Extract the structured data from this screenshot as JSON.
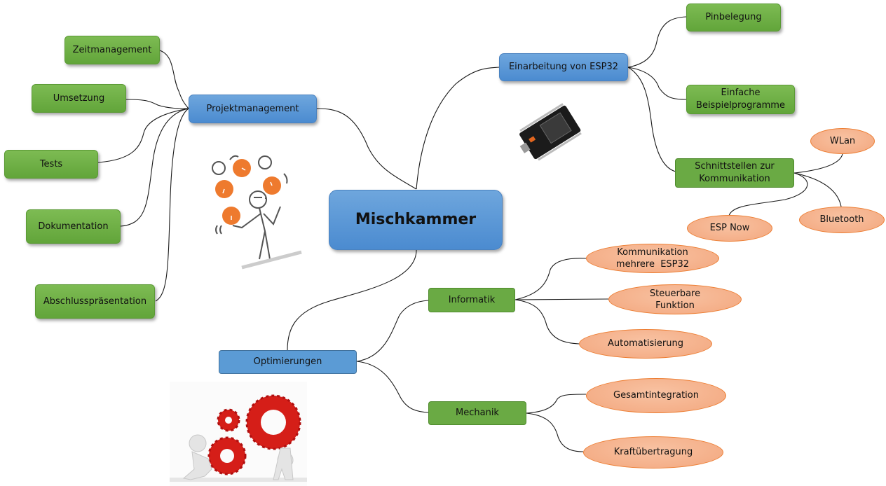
{
  "central": {
    "label": "Mischkammer"
  },
  "branches": {
    "projektmanagement": {
      "label": "Projektmanagement",
      "children": [
        "Zeitmanagement",
        "Umsetzung",
        "Tests",
        "Dokumentation",
        "Abschlusspräsentation"
      ],
      "illustration": "juggling-clocks-icon"
    },
    "esp32": {
      "label": "Einarbeitung von ESP32",
      "children": {
        "pinbelegung": "Pinbelegung",
        "beispiel_line1": "Einfache",
        "beispiel_line2": "Beispielprogramme",
        "schnitt_line1": "Schnittstellen zur",
        "schnitt_line2": "Kommunikation"
      },
      "interfaces": [
        "WLan",
        "ESP Now",
        "Bluetooth"
      ],
      "illustration": "esp32-board-icon"
    },
    "optimierungen": {
      "label": "Optimierungen",
      "illustration": "gears-icon",
      "informatik": {
        "label": "Informatik",
        "items": {
          "kom_line1": "Kommunikation",
          "kom_line2": "mehrere  ESP32",
          "steuer_line1": "Steuerbare",
          "steuer_line2": "Funktion",
          "auto": "Automatisierung"
        }
      },
      "mechanik": {
        "label": "Mechanik",
        "items": [
          "Gesamtintegration",
          "Kraftübertragung"
        ]
      }
    }
  },
  "colors": {
    "main_node": "#5b9bd5",
    "sub_node": "#70ad47",
    "leaf_node": "#f4b183",
    "leaf_border": "#ed7d31",
    "connector": "#1a1a1a"
  }
}
